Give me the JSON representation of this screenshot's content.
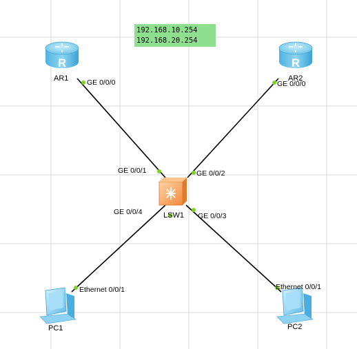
{
  "devices": {
    "ar1": {
      "label": "AR1",
      "type": "router"
    },
    "ar2": {
      "label": "AR2",
      "type": "router"
    },
    "lsw1": {
      "label": "LSW1",
      "type": "switch"
    },
    "pc1": {
      "label": "PC1",
      "type": "pc"
    },
    "pc2": {
      "label": "PC2",
      "type": "pc"
    }
  },
  "ports": {
    "ar1_ge000": "GE 0/0/0",
    "ar2_ge000": "GE 0/0/0",
    "lsw1_ge001": "GE 0/0/1",
    "lsw1_ge002": "GE 0/0/2",
    "lsw1_ge003": "GE 0/0/3",
    "lsw1_ge004": "GE 0/0/4",
    "pc1_eth001": "Ethernet 0/0/1",
    "pc2_eth001": "Ethernet 0/0/1"
  },
  "links": [
    {
      "from": "AR1",
      "from_port": "GE 0/0/0",
      "to": "LSW1",
      "to_port": "GE 0/0/1"
    },
    {
      "from": "AR2",
      "from_port": "GE 0/0/0",
      "to": "LSW1",
      "to_port": "GE 0/0/2"
    },
    {
      "from": "PC2",
      "from_port": "Ethernet 0/0/1",
      "to": "LSW1",
      "to_port": "GE 0/0/3"
    },
    {
      "from": "PC1",
      "from_port": "Ethernet 0/0/1",
      "to": "LSW1",
      "to_port": "GE 0/0/4"
    }
  ],
  "note": {
    "lines": [
      "192.168.10.254",
      "192.168.20.254"
    ],
    "background": "#8ee08e"
  },
  "colors": {
    "router": "#6ec6ea",
    "switch": "#f5a660",
    "pc": "#6cc4ee",
    "port_dot": "#7ed321",
    "link": "#000000"
  },
  "icons": {
    "router": "router-icon",
    "switch": "switch-icon",
    "pc": "pc-icon"
  }
}
